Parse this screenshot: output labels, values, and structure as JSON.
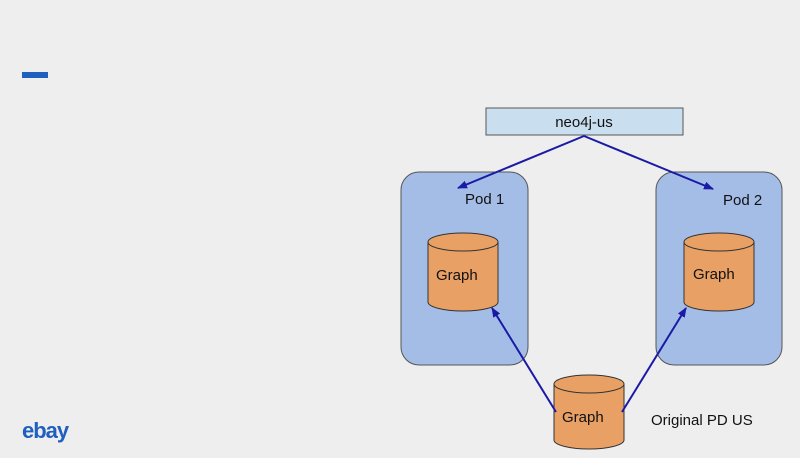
{
  "service": {
    "label": "neo4j-us"
  },
  "pods": [
    {
      "label": "Pod 1",
      "db_label": "Graph"
    },
    {
      "label": "Pod 2",
      "db_label": "Graph"
    }
  ],
  "origin": {
    "db_label": "Graph",
    "caption": "Original PD US"
  },
  "brand": {
    "logo_text": "ebay"
  },
  "colors": {
    "accent": "#1f5fbf",
    "service_fill": "#c9dff0",
    "pod_fill": "#a4bde6",
    "cylinder_fill": "#e8a065",
    "arrow": "#1a1aa6"
  }
}
